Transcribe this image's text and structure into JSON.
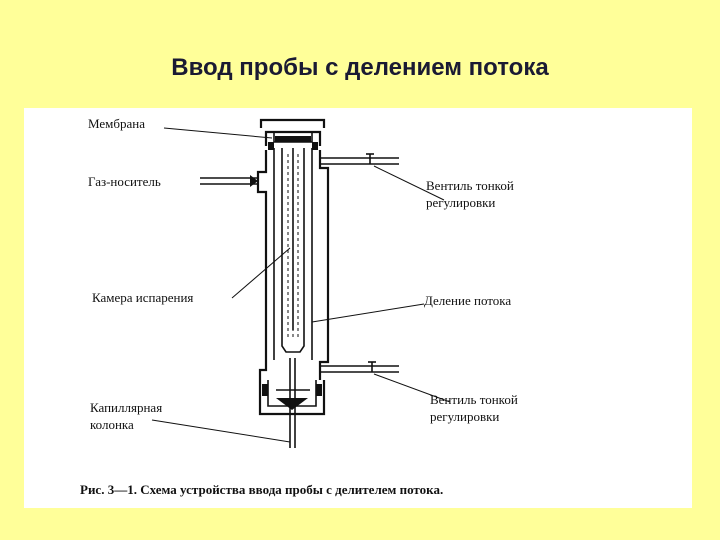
{
  "title": "Ввод пробы с делением потока",
  "figure": {
    "labels": {
      "membrane": "Мембрана",
      "carrier_gas": "Газ-носитель",
      "valve_top_line1": "Вентиль тонкой",
      "valve_top_line2": "регулировки",
      "evaporation_chamber": "Камера испарения",
      "flow_split": "Деление потока",
      "valve_bottom_line1": "Вентиль тонкой",
      "valve_bottom_line2": "регулировки",
      "capillary_line1": "Капиллярная",
      "capillary_line2": "колонка"
    },
    "caption": "Рис. 3—1. Схема устройства ввода пробы с делителем потока."
  },
  "colors": {
    "background": "#ffff99",
    "panel": "#ffffff",
    "title": "#1a1a33",
    "ink": "#111111"
  }
}
